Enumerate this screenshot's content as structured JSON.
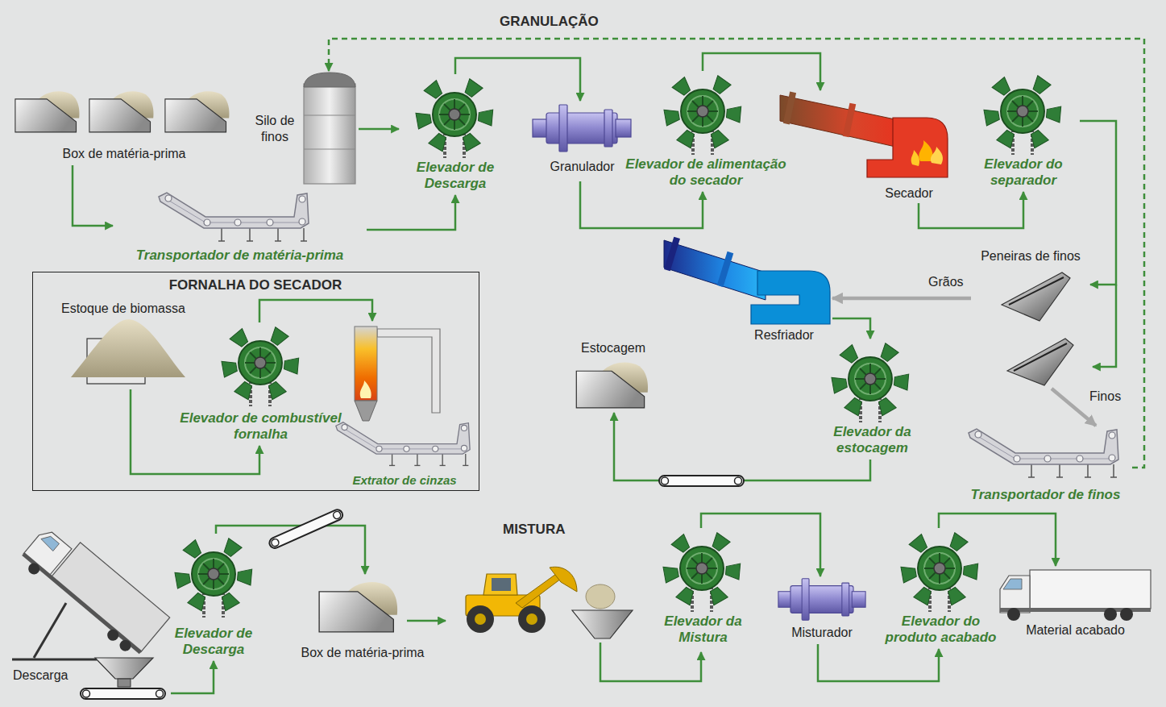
{
  "diagram": {
    "nodes": [
      {
        "text": [
          "Box de matéria-prima"
        ]
      },
      {
        "text": [
          "Silo de finos"
        ]
      },
      {
        "text": [
          "Elevador de Descarga"
        ]
      },
      {
        "text": [
          "Granulador"
        ]
      },
      {
        "text": [
          "Elevador de alimentação do secador"
        ]
      },
      {
        "text": [
          "Secador"
        ]
      },
      {
        "text": [
          "Elevador do separador"
        ]
      },
      {
        "text": [
          "Transportador de matéria-prima"
        ]
      },
      {
        "text": [
          "FORNALHA DO SECADOR"
        ]
      },
      {
        "text": [
          "Estoque de biomassa"
        ],
        "in": 8
      },
      {
        "text": [
          "Elevador de combustível fornalha"
        ],
        "in": 8
      },
      {
        "text": [
          "Extrator de cinzas"
        ],
        "in": 8
      },
      {
        "text": [
          "Peneiras de finos"
        ]
      },
      {
        "text": [
          "Resfriador"
        ]
      },
      {
        "text": [
          "Estocagem"
        ]
      },
      {
        "text": [
          "Elevador da estocagem"
        ]
      },
      {
        "text": [
          "Transportador de finos"
        ]
      },
      {
        "text": [
          "Descarga"
        ]
      },
      {
        "text": [
          "Elevador de Descarga"
        ]
      },
      {
        "text": [
          "Box de matéria-prima"
        ]
      },
      {
        "text": [
          "Elevador da Mistura"
        ]
      },
      {
        "text": [
          "Misturador"
        ]
      },
      {
        "text": [
          "Elevador do produto acabado"
        ]
      },
      {
        "text": [
          "Material acabado"
        ]
      }
    ],
    "edges": [
      {
        "from": 0,
        "to": 7,
        "arrow": "to"
      },
      {
        "from": 7,
        "to": 2,
        "arrow": "to"
      },
      {
        "from": 1,
        "to": 2,
        "arrow": "to"
      },
      {
        "from": 2,
        "to": 3,
        "arrow": "to"
      },
      {
        "from": 3,
        "to": 4,
        "arrow": "to"
      },
      {
        "from": 4,
        "to": 5,
        "arrow": "to"
      },
      {
        "from": 5,
        "to": 6,
        "arrow": "to"
      },
      {
        "from": 6,
        "to": 12,
        "arrow": "to"
      },
      {
        "from": 12,
        "to": 13,
        "label": "Grãos",
        "arrow": "to"
      },
      {
        "from": 12,
        "to": 16,
        "label": "Finos",
        "arrow": "to"
      },
      {
        "from": 16,
        "to": 1,
        "arrow": "to"
      },
      {
        "from": 13,
        "to": 15,
        "arrow": "to"
      },
      {
        "from": 15,
        "to": 14,
        "arrow": "to"
      },
      {
        "from": 9,
        "to": 10,
        "arrow": "to"
      },
      {
        "from": 17,
        "to": 18,
        "arrow": "to"
      },
      {
        "from": 18,
        "to": 19,
        "arrow": "to"
      },
      {
        "from": 20,
        "to": 21,
        "arrow": "to"
      },
      {
        "from": 21,
        "to": 22,
        "arrow": "to"
      },
      {
        "from": 22,
        "to": 23,
        "arrow": "to"
      }
    ],
    "labels": [
      "GRANULAÇÃO",
      "MISTURA"
    ]
  }
}
